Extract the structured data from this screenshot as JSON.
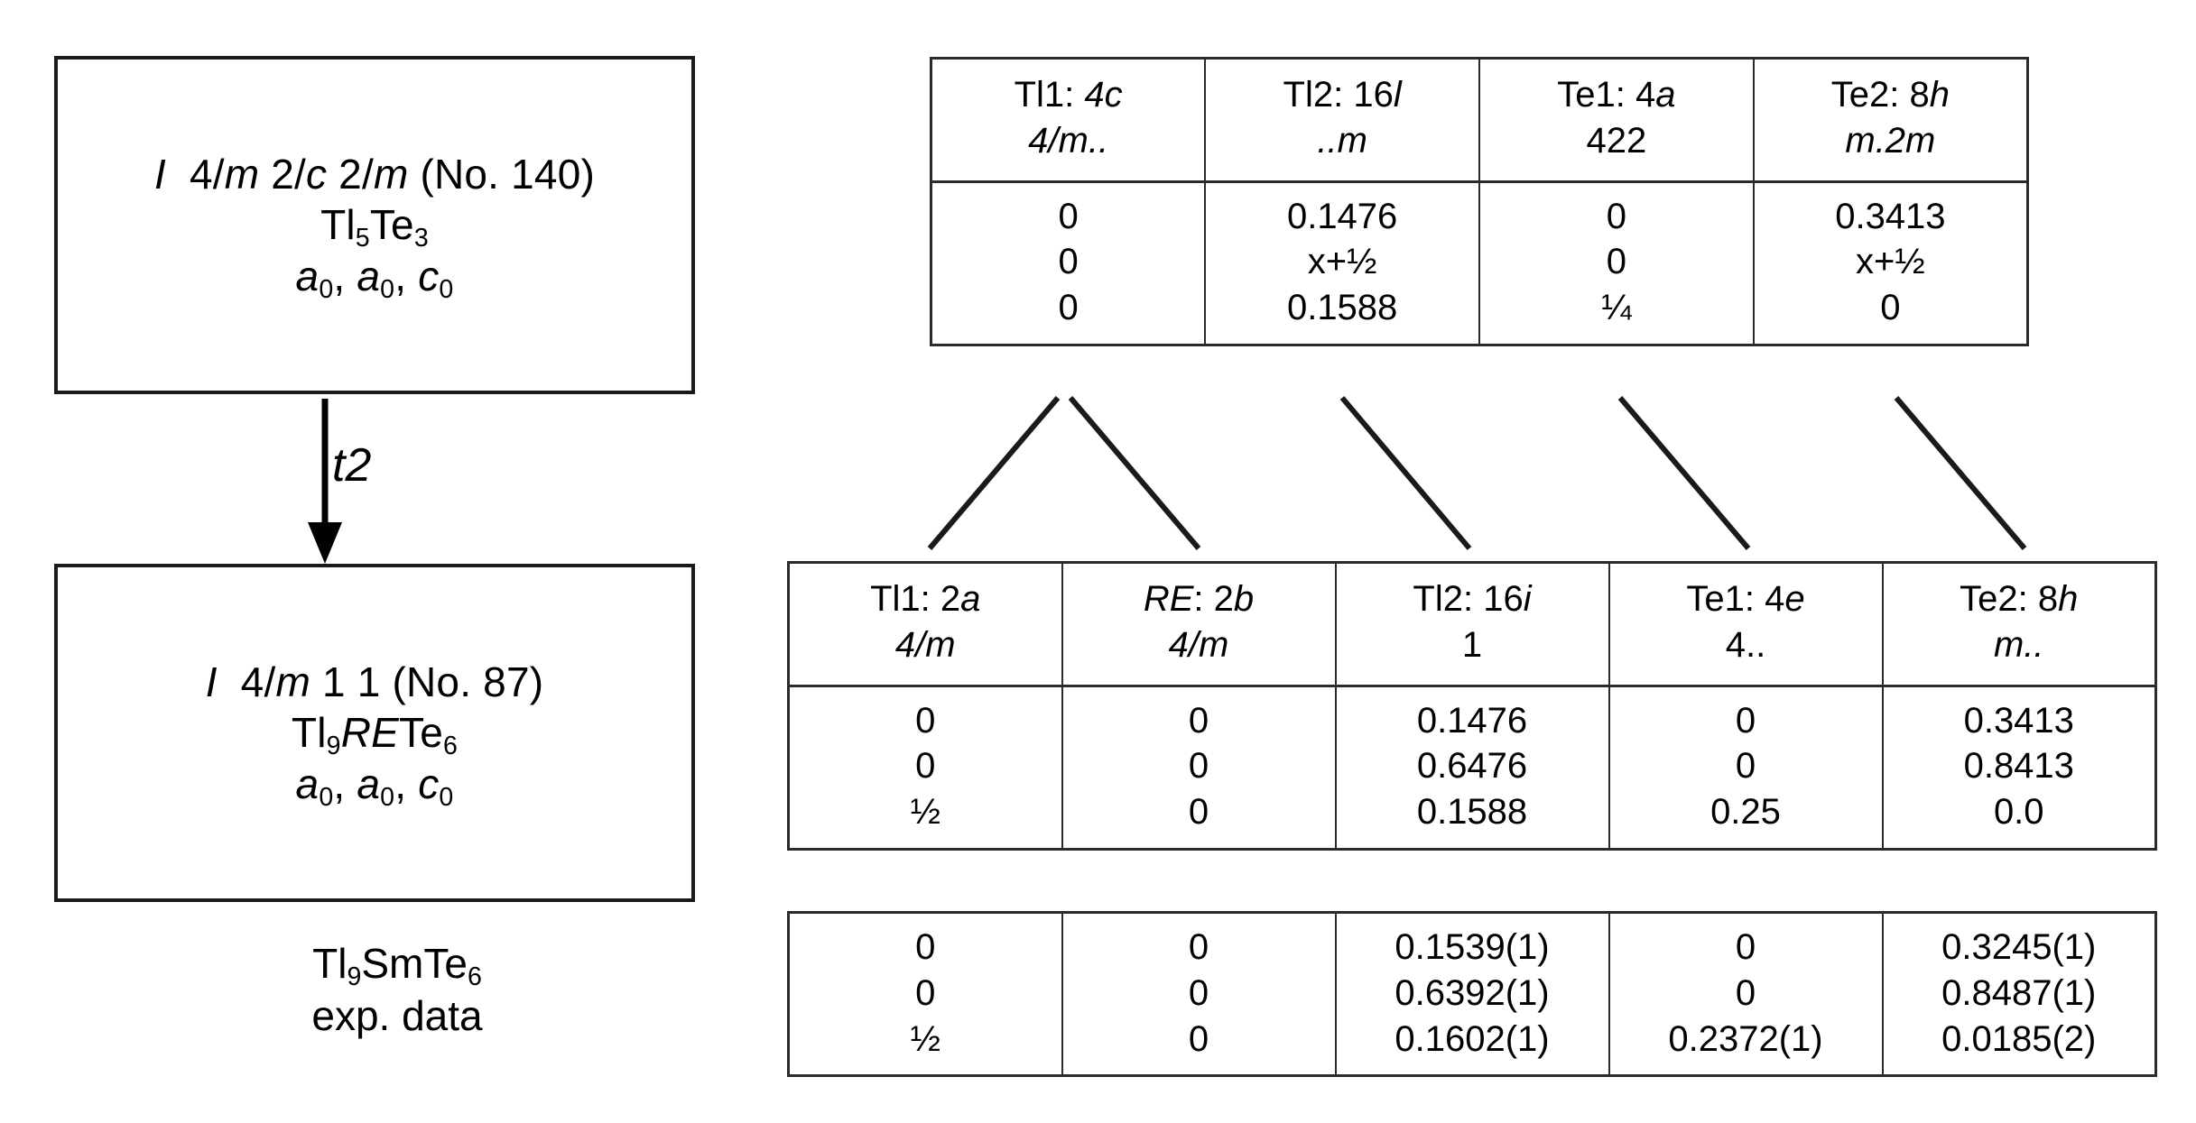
{
  "diagram": {
    "type": "group-subgroup-barnighausen-tree",
    "arrow_label": "t2",
    "parent_box": {
      "space_group": "I 4/m 2/c 2/m (No. 140)",
      "space_group_parts": {
        "letter": "I",
        "symbol": "4/m 2/c 2/m",
        "number": "(No. 140)"
      },
      "formula": "Tl5Te3",
      "formula_parts": {
        "a": "Tl",
        "a_sub": "5",
        "b": "Te",
        "b_sub": "3"
      },
      "cell": "a0, a0, c0",
      "cell_parts": {
        "a1": "a",
        "a1s": "0",
        "a2": "a",
        "a2s": "0",
        "c": "c",
        "cs": "0"
      }
    },
    "child_box": {
      "space_group": "I 4/m 1 1 (No. 87)",
      "space_group_parts": {
        "letter": "I",
        "symbol": "4/m 1 1",
        "number": "(No. 87)"
      },
      "formula": "Tl9RETe6",
      "formula_parts": {
        "a": "Tl",
        "a_sub": "9",
        "re": "RE",
        "b": "Te",
        "b_sub": "6"
      },
      "cell": "a0, a0, c0",
      "cell_parts": {
        "a1": "a",
        "a1s": "0",
        "a2": "a",
        "a2s": "0",
        "c": "c",
        "cs": "0"
      }
    },
    "exp_caption": {
      "formula_a": "Tl",
      "formula_a_sub": "9",
      "formula_b": "SmTe",
      "formula_b_sub": "6",
      "line2": "exp. data"
    }
  },
  "table_top": {
    "columns": [
      {
        "site_label": "Tl1: 4c",
        "site_name": "Tl1:",
        "wyckoff": "4c",
        "wyckoff_letter": "c",
        "site_symmetry": "4/m..",
        "coords": [
          "0",
          "0",
          "0"
        ]
      },
      {
        "site_label": "Tl2: 16l",
        "site_name": "Tl2:",
        "wyckoff": "16l",
        "wyckoff_letter": "l",
        "site_symmetry": "..m",
        "coords": [
          "0.1476",
          "x+½",
          "0.1588"
        ]
      },
      {
        "site_label": "Te1: 4a",
        "site_name": "Te1:",
        "wyckoff": "4a",
        "wyckoff_letter": "a",
        "site_symmetry": "422",
        "coords": [
          "0",
          "0",
          "¼"
        ]
      },
      {
        "site_label": "Te2: 8h",
        "site_name": "Te2:",
        "wyckoff": "8h",
        "wyckoff_letter": "h",
        "site_symmetry": "m.2m",
        "coords": [
          "0.3413",
          "x+½",
          "0"
        ]
      }
    ]
  },
  "table_mid": {
    "columns": [
      {
        "site_label": "Tl1: 2a",
        "site_name": "Tl1:",
        "wyckoff": "2a",
        "wyckoff_letter": "a",
        "site_symmetry": "4/m",
        "coords": [
          "0",
          "0",
          "½"
        ]
      },
      {
        "site_label": "RE: 2b",
        "site_name": "RE:",
        "site_name_italic": true,
        "wyckoff": "2b",
        "wyckoff_letter": "b",
        "site_symmetry": "4/m",
        "coords": [
          "0",
          "0",
          "0"
        ]
      },
      {
        "site_label": "Tl2: 16i",
        "site_name": "Tl2:",
        "wyckoff": "16i",
        "wyckoff_letter": "i",
        "site_symmetry": "1",
        "coords": [
          "0.1476",
          "0.6476",
          "0.1588"
        ]
      },
      {
        "site_label": "Te1: 4e",
        "site_name": "Te1:",
        "wyckoff": "4e",
        "wyckoff_letter": "e",
        "site_symmetry": "4..",
        "coords": [
          "0",
          "0",
          "0.25"
        ]
      },
      {
        "site_label": "Te2: 8h",
        "site_name": "Te2:",
        "wyckoff": "8h",
        "wyckoff_letter": "h",
        "site_symmetry": "m..",
        "coords": [
          "0.3413",
          "0.8413",
          "0.0"
        ]
      }
    ]
  },
  "table_bottom": {
    "columns": [
      {
        "coords": [
          "0",
          "0",
          "½"
        ]
      },
      {
        "coords": [
          "0",
          "0",
          "0"
        ]
      },
      {
        "coords": [
          "0.1539(1)",
          "0.6392(1)",
          "0.1602(1)"
        ]
      },
      {
        "coords": [
          "0",
          "0",
          "0.2372(1)"
        ]
      },
      {
        "coords": [
          "0.3245(1)",
          "0.8487(1)",
          "0.0185(2)"
        ]
      }
    ]
  },
  "colors": {
    "ink": "#000000",
    "rule": "#2b2b2b",
    "box_border": "#1a1a1a",
    "background": "#ffffff"
  }
}
